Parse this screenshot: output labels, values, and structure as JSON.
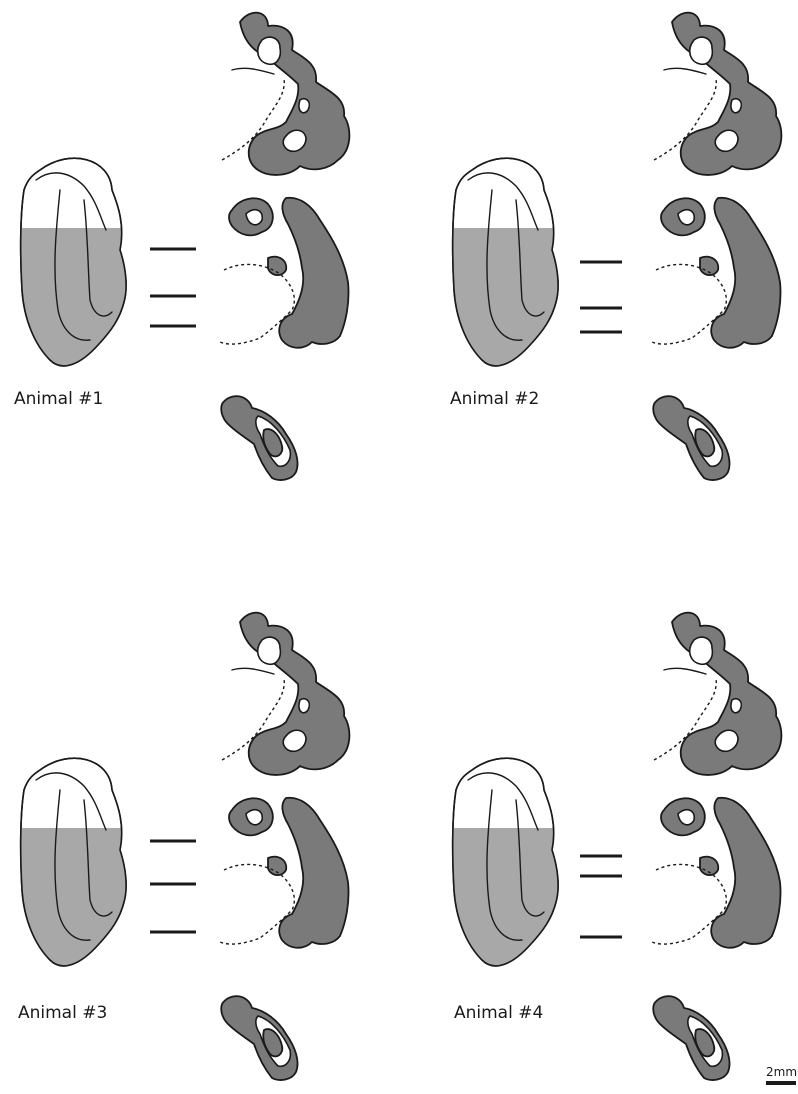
{
  "animals": [
    {
      "label": "Animal #1"
    },
    {
      "label": "Animal #2"
    },
    {
      "label": "Animal #3"
    },
    {
      "label": "Animal #4"
    }
  ],
  "scale_bar": {
    "label": "2mm"
  },
  "colors": {
    "lesion_shade": "#a8a8a8",
    "section_gray_matter": "#7a7a7a",
    "outline": "#1a1a1a"
  }
}
